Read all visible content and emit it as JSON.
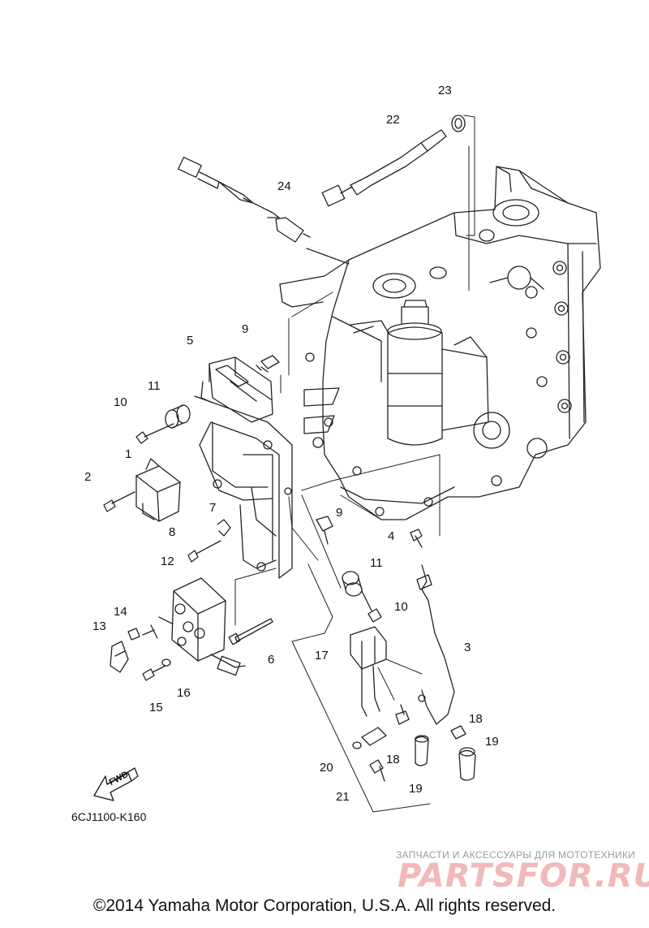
{
  "diagram": {
    "callouts": [
      "1",
      "2",
      "3",
      "4",
      "5",
      "6",
      "7",
      "8",
      "9",
      "9",
      "10",
      "10",
      "11",
      "11",
      "12",
      "13",
      "14",
      "15",
      "16",
      "17",
      "18",
      "18",
      "19",
      "19",
      "20",
      "21",
      "22",
      "23",
      "24"
    ],
    "direction_label": "FWD",
    "diagram_code": "6CJ1100-K160"
  },
  "watermark": {
    "tagline": "ЗАПЧАСТИ И АКСЕССУАРЫ ДЛЯ МОТОТЕХНИКИ",
    "brand": "PARTSFOR.RU"
  },
  "footer": {
    "copyright": "©2014 Yamaha Motor Corporation, U.S.A. All rights reserved."
  }
}
